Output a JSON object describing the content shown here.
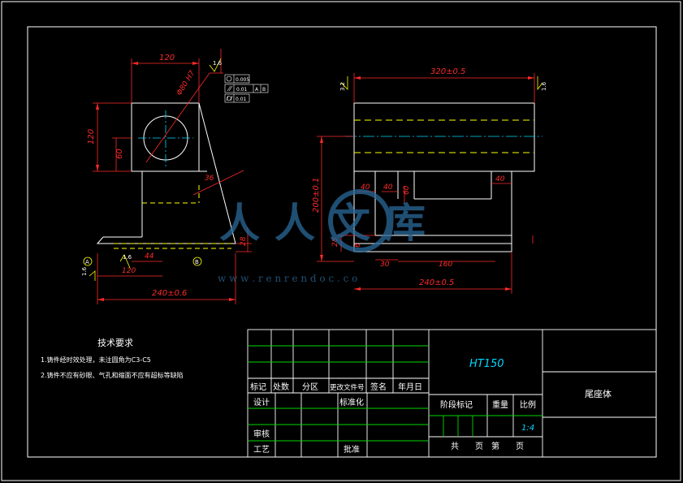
{
  "colors": {
    "background": "#000000",
    "frame": "#ffffff",
    "outline": "#ffffff",
    "dimension": "#ff2a2a",
    "hidden": "#ffff00",
    "center": "#00d8ff",
    "table_lines": "#00d800",
    "watermark": "#2a6a9a"
  },
  "front_view": {
    "dim_top_width": "120",
    "dim_height": "120",
    "dim_bore_center": "60",
    "dim_bore_dia": "Φ80 H7",
    "dim_angle": "36",
    "dim_base_thickness": "28",
    "dim_44": "44",
    "dim_base_120": "120",
    "dim_total": "240±0.6",
    "roughness_top": "1.6",
    "roughness_base": "1.6",
    "roughness_left": "1.6",
    "datum_a": "A",
    "datum_b": "B",
    "tol_circularity": "0.005",
    "tol_parallel": "0.01",
    "tol_parallel_ref_a": "A",
    "tol_parallel_ref_b": "B",
    "tol_cyl": "0.01"
  },
  "side_view": {
    "dim_top": "320±0.5",
    "dim_height": "200±0.1",
    "dim_40a": "40",
    "dim_40b": "40",
    "dim_60": "60",
    "dim_40c": "40",
    "dim_28": "28",
    "dim_6": "6",
    "dim_30": "30",
    "dim_160": "160",
    "dim_total": "240±0.5",
    "roughness_left": "3.2",
    "roughness_right": "1.6"
  },
  "watermark": {
    "text": "人人文库",
    "url": "w w w . r e n r e n d o c . c o"
  },
  "tech_notes": {
    "title": "技术要求",
    "line1": "1.铸件经时效处理，未注圆角为C3-C5",
    "line2": "2.铸件不应有砂眼、气孔和缩面不应有超标等缺陷"
  },
  "title_block": {
    "material": "HT150",
    "part_name": "尾座体",
    "h_mark": "标记",
    "h_count": "处数",
    "h_zone": "分区",
    "h_docno": "更改文件号",
    "h_sign": "签名",
    "h_date": "年月日",
    "design": "设计",
    "standard": "标准化",
    "review": "审核",
    "process": "工艺",
    "approve": "批准",
    "stage": "阶段标记",
    "weight": "重量",
    "scale_label": "比例",
    "scale": "1:4",
    "sheets": "共　　页　第　　页"
  }
}
